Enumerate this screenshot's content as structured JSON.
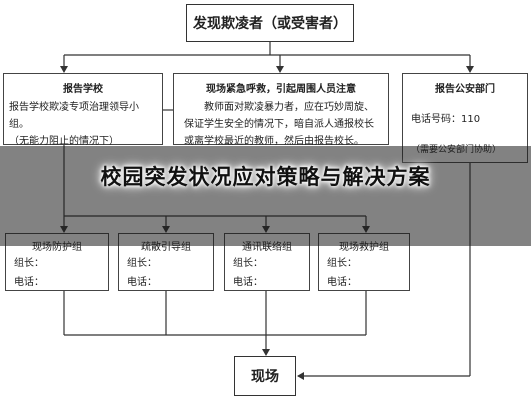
{
  "top": {
    "label": "发现欺凌者（或受害者）"
  },
  "school_report": {
    "title": "报告学校",
    "body": "报告学校欺凌专项治理领导小组。",
    "note": "（无能力阻止的情况下）"
  },
  "site_emergency": {
    "title": "现场紧急呼救，引起周围人员注意",
    "body": "教师面对欺凌暴力者，应在巧妙周旋、保证学生安全的情况下，暗自派人通报校长或离学校最近的教师，然后由报告校长。"
  },
  "police_report": {
    "title": "报告公安部门",
    "phone": "电话号码：110",
    "note": "（需要公安部门协助）"
  },
  "groups": [
    {
      "title": "现场防护组",
      "leader": "组长：",
      "phone": "电话："
    },
    {
      "title": "疏散引导组",
      "leader": "组长：",
      "phone": "电话："
    },
    {
      "title": "通讯联络组",
      "leader": "组长：",
      "phone": "电话："
    },
    {
      "title": "现场救护组",
      "leader": "组长：",
      "phone": "电话："
    }
  ],
  "scene": {
    "label": "现场"
  },
  "overlay": {
    "title": "校园突发状况应对策略与解决方案"
  }
}
